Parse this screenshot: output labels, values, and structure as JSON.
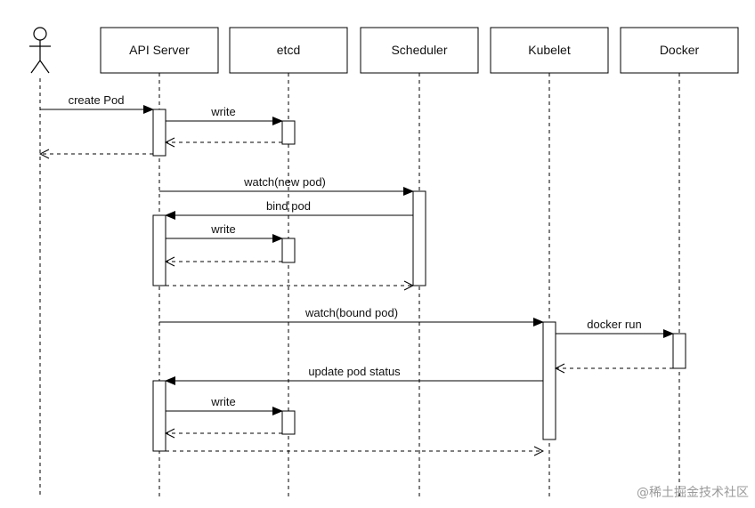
{
  "diagram": {
    "participants": {
      "api_server": "API Server",
      "etcd": "etcd",
      "scheduler": "Scheduler",
      "kubelet": "Kubelet",
      "docker": "Docker"
    },
    "messages": {
      "create_pod": "create Pod",
      "write_1": "write",
      "watch_new_pod": "watch(new pod)",
      "bind_pod": "bind pod",
      "write_2": "write",
      "watch_bound_pod": "watch(bound pod)",
      "docker_run": "docker run",
      "update_pod_status": "update pod status",
      "write_3": "write"
    },
    "watermark": "@稀土掘金技术社区"
  }
}
